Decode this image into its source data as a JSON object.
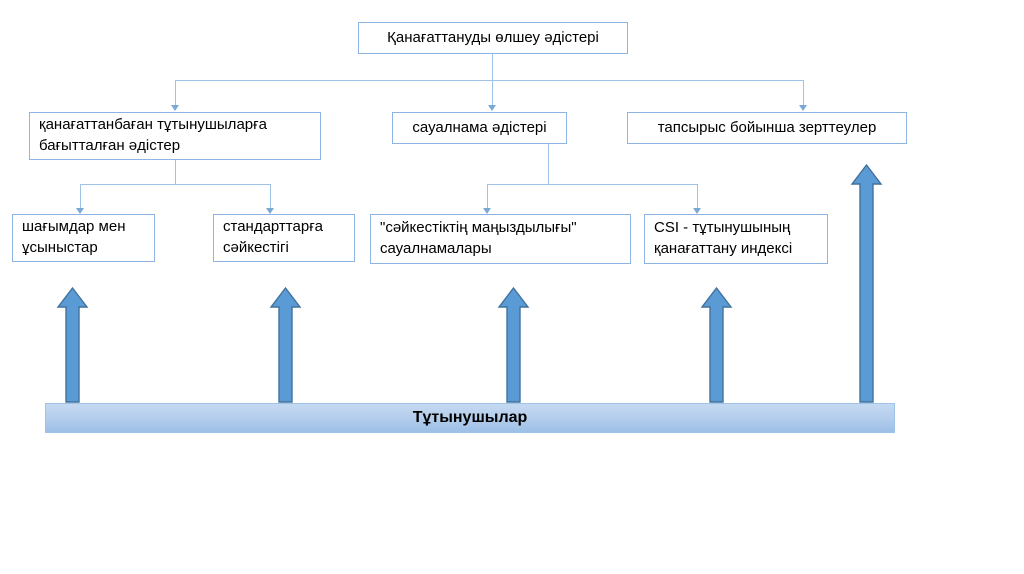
{
  "diagram": {
    "type": "hierarchy-flowchart",
    "language": "kk",
    "colors": {
      "box_border": "#8eb4e3",
      "box_fill": "#ffffff",
      "connector": "#9dc3e6",
      "arrow_fill": "#5b9bd5",
      "arrow_stroke": "#41719c",
      "bar_fill_top": "#c5d9f1",
      "bar_fill_bottom": "#9dc0e6",
      "text": "#000000"
    },
    "root": {
      "label": "Қанағаттануды  өлшеу әдістері"
    },
    "level2": [
      {
        "label": "қанағаттанбаған тұтынушыларға\nбағытталған әдістер"
      },
      {
        "label": "сауалнама әдістері"
      },
      {
        "label": "тапсырыс бойынша зерттеулер"
      }
    ],
    "level3": [
      {
        "label": "шағымдар мен\nұсыныстар",
        "parent": 0
      },
      {
        "label": "стандарттарға\nсәйкестігі",
        "parent": 0
      },
      {
        "label": "\"сәйкестіктің маңыздылығы\"\nсауалнамалары",
        "parent": 1
      },
      {
        "label": "CSI - тұтынушының\nқанағаттану индексі",
        "parent": 1
      }
    ],
    "base_bar": {
      "label": "Тұтынушылар"
    },
    "upward_arrows": [
      {
        "name": "arrow-to-complaints",
        "target": "шағымдар мен ұсыныстар"
      },
      {
        "name": "arrow-to-standards",
        "target": "стандарттарға сәйкестігі"
      },
      {
        "name": "arrow-to-importance-surveys",
        "target": "\"сәйкестіктің маңыздылығы\" сауалнамалары"
      },
      {
        "name": "arrow-to-csi",
        "target": "CSI - тұтынушының қанағаттану индексі"
      },
      {
        "name": "arrow-to-custom-research",
        "target": "тапсырыс бойынша зерттеулер"
      }
    ]
  }
}
